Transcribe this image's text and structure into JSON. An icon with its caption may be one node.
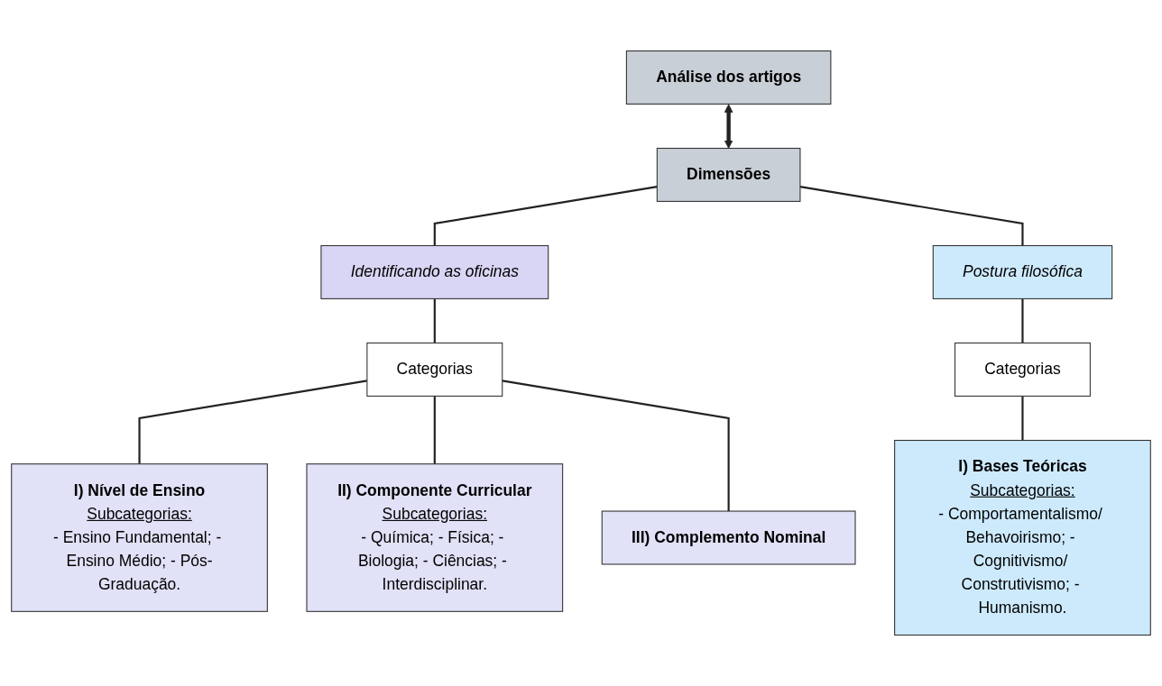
{
  "diagram": {
    "nodes": [
      {
        "text": [
          "Análise dos artigos"
        ]
      },
      {
        "text": [
          "Dimensões"
        ]
      },
      {
        "text": [
          "Identificando as oficinas"
        ]
      },
      {
        "text": [
          "Postura filosófica"
        ]
      },
      {
        "text": [
          "Categorias"
        ]
      },
      {
        "text": [
          "Categorias"
        ]
      },
      {
        "text": [
          "I) Nível de Ensino",
          "Subcategorias:",
          "- Ensino Fundamental; - Ensino Médio; - Pós-Graduação."
        ]
      },
      {
        "text": [
          "II) Componente Curricular",
          "Subcategorias:",
          "- Química; - Física; - Biologia; - Ciências; - Interdisciplinar."
        ]
      },
      {
        "text": [
          "III) Complemento Nominal"
        ]
      },
      {
        "text": [
          "I) Bases Teóricas",
          "Subcategorias:",
          "- Comportamentalismo/ Behavoirismo; - Cognitivismo/ Construtivismo; - Humanismo."
        ]
      }
    ],
    "edges": [
      {
        "from": 0,
        "to": 1,
        "arrow": "both",
        "style": "thick"
      },
      {
        "from": 1,
        "to": 2,
        "arrow": "none"
      },
      {
        "from": 1,
        "to": 3,
        "arrow": "none"
      },
      {
        "from": 2,
        "to": 4,
        "arrow": "none"
      },
      {
        "from": 4,
        "to": 6,
        "arrow": "none"
      },
      {
        "from": 4,
        "to": 7,
        "arrow": "none"
      },
      {
        "from": 4,
        "to": 8,
        "arrow": "none"
      },
      {
        "from": 3,
        "to": 5,
        "arrow": "none"
      },
      {
        "from": 5,
        "to": 9,
        "arrow": "none"
      }
    ]
  }
}
